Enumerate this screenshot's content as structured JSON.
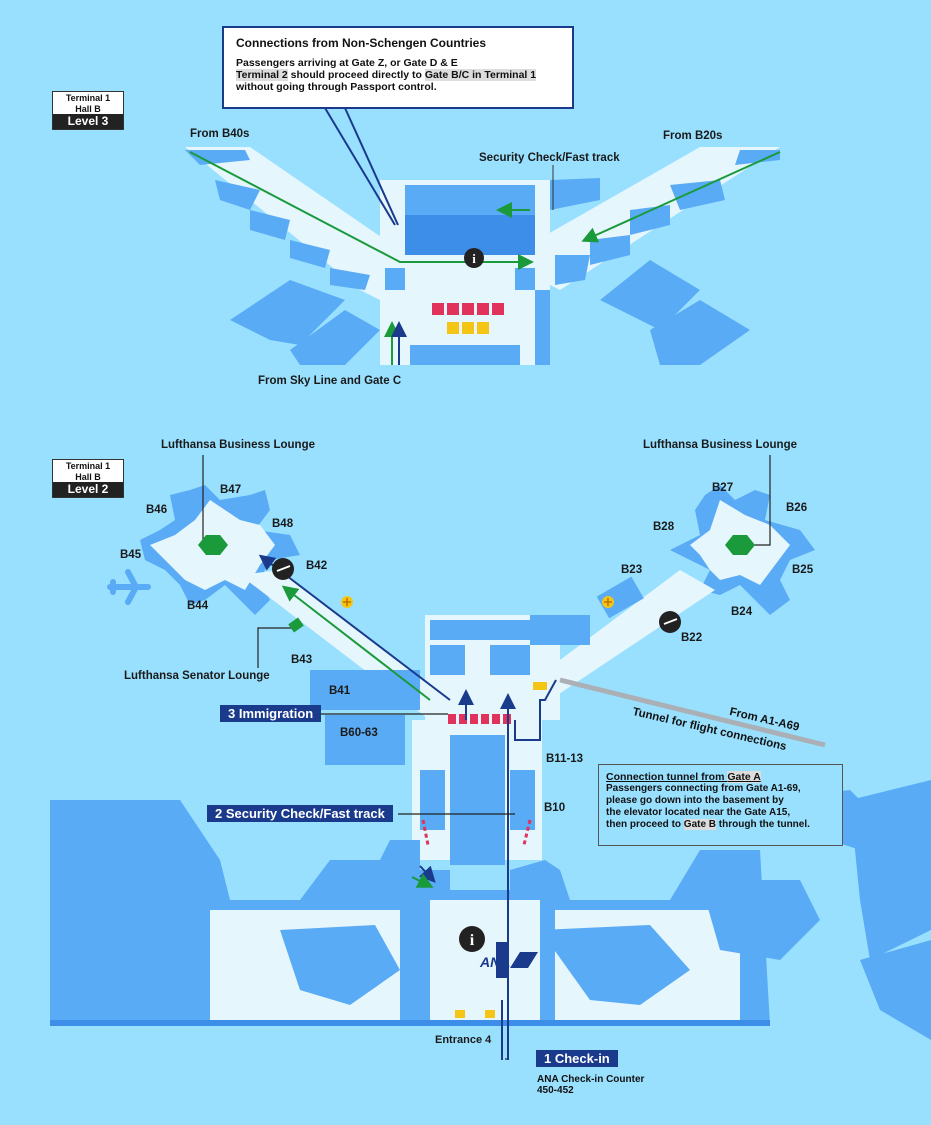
{
  "colors": {
    "background": "#99e0ff",
    "floor": "#e6f6fd",
    "building": "#5aabf5",
    "building_dark": "#3d8ee8",
    "route_green": "#1a9a3a",
    "route_blue": "#1a3a8c",
    "shop": "#e0325a",
    "service": "#f5c516",
    "lounge": "#1a9a3a"
  },
  "level3": {
    "badge": {
      "terminal": "Terminal 1",
      "hall": "Hall B",
      "level": "Level 3"
    },
    "callout": {
      "heading": "Connections from Non-Schengen Countries",
      "line1": "Passengers arriving at Gate Z, or Gate D & E",
      "line2_a": "Terminal 2",
      "line2_b": " should proceed directly to ",
      "line2_c": "Gate B/C in Terminal 1",
      "line3": "without going through Passport control."
    },
    "from_left": "From B40s",
    "from_right": "From B20s",
    "security": "Security Check/Fast track",
    "from_bottom": "From Sky Line and Gate C"
  },
  "level2": {
    "badge": {
      "terminal": "Terminal 1",
      "hall": "Hall B",
      "level": "Level 2"
    },
    "lounge_left": "Lufthansa Business Lounge",
    "lounge_right": "Lufthansa Business Lounge",
    "senator": "Lufthansa Senator Lounge",
    "gates": {
      "b47": "B47",
      "b46": "B46",
      "b48": "B48",
      "b45": "B45",
      "b42": "B42",
      "b44": "B44",
      "b43": "B43",
      "b41": "B41",
      "b60": "B60-63",
      "b27": "B27",
      "b26": "B26",
      "b28": "B28",
      "b25": "B25",
      "b23": "B23",
      "b24": "B24",
      "b22": "B22",
      "b11": "B11-13",
      "b10": "B10"
    },
    "steps": {
      "immigration": "3 Immigration",
      "security": "2 Security Check/Fast track",
      "checkin": "1 Check-in"
    },
    "tunnel_from": "From A1-A69",
    "tunnel": "Tunnel for flight connections",
    "tunnel_callout": {
      "heading_a": "Connection tunnel from ",
      "heading_b": "Gate A",
      "l1": "Passengers connecting from Gate A1-69,",
      "l2": "please go down into the basement by",
      "l3": "the elevator located near the Gate A15,",
      "l4_a": "then proceed to ",
      "l4_b": "Gate B",
      "l4_c": " through the tunnel."
    },
    "entrance": "Entrance 4",
    "counter_line1": "ANA Check-in Counter",
    "counter_line2": "450-452",
    "ana_logo": "ANA"
  }
}
